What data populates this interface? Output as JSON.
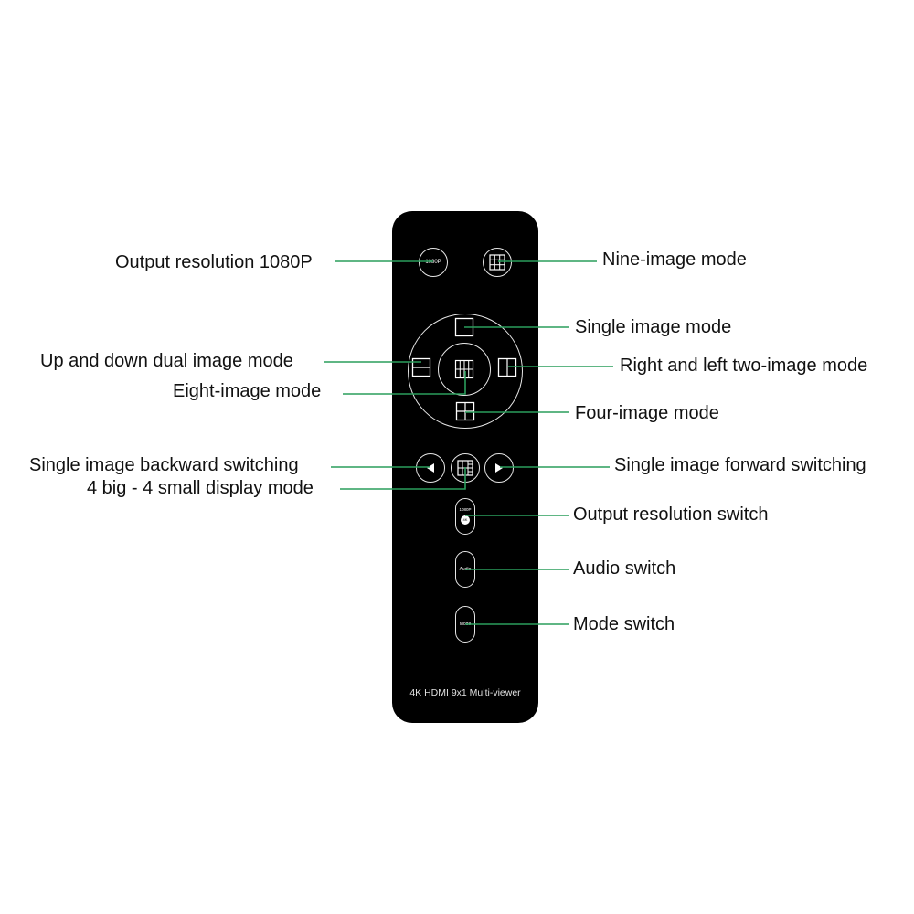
{
  "remote": {
    "btn_1080p": "1080P",
    "btn_res_top": "1080P",
    "btn_res_bottom": "4K",
    "btn_audio": "Audio",
    "btn_mode": "Mode",
    "caption": "4K HDMI 9x1 Multi-viewer"
  },
  "callouts": {
    "output_1080p": "Output resolution 1080P",
    "nine_image": "Nine-image mode",
    "single_image": "Single image mode",
    "up_down_dual": "Up and down dual image mode",
    "right_left_two": "Right and left two-image mode",
    "eight_image": "Eight-image mode",
    "four_image": "Four-image mode",
    "backward": "Single image backward switching",
    "forward": "Single image forward switching",
    "four_big_four_small": "4 big - 4 small display mode",
    "output_res_switch": "Output resolution switch",
    "audio_switch": "Audio switch",
    "mode_switch": "Mode switch"
  },
  "colors": {
    "leader_line": "#2a9d5c",
    "remote_body": "#000000",
    "button_outline": "#e6e6e6"
  }
}
